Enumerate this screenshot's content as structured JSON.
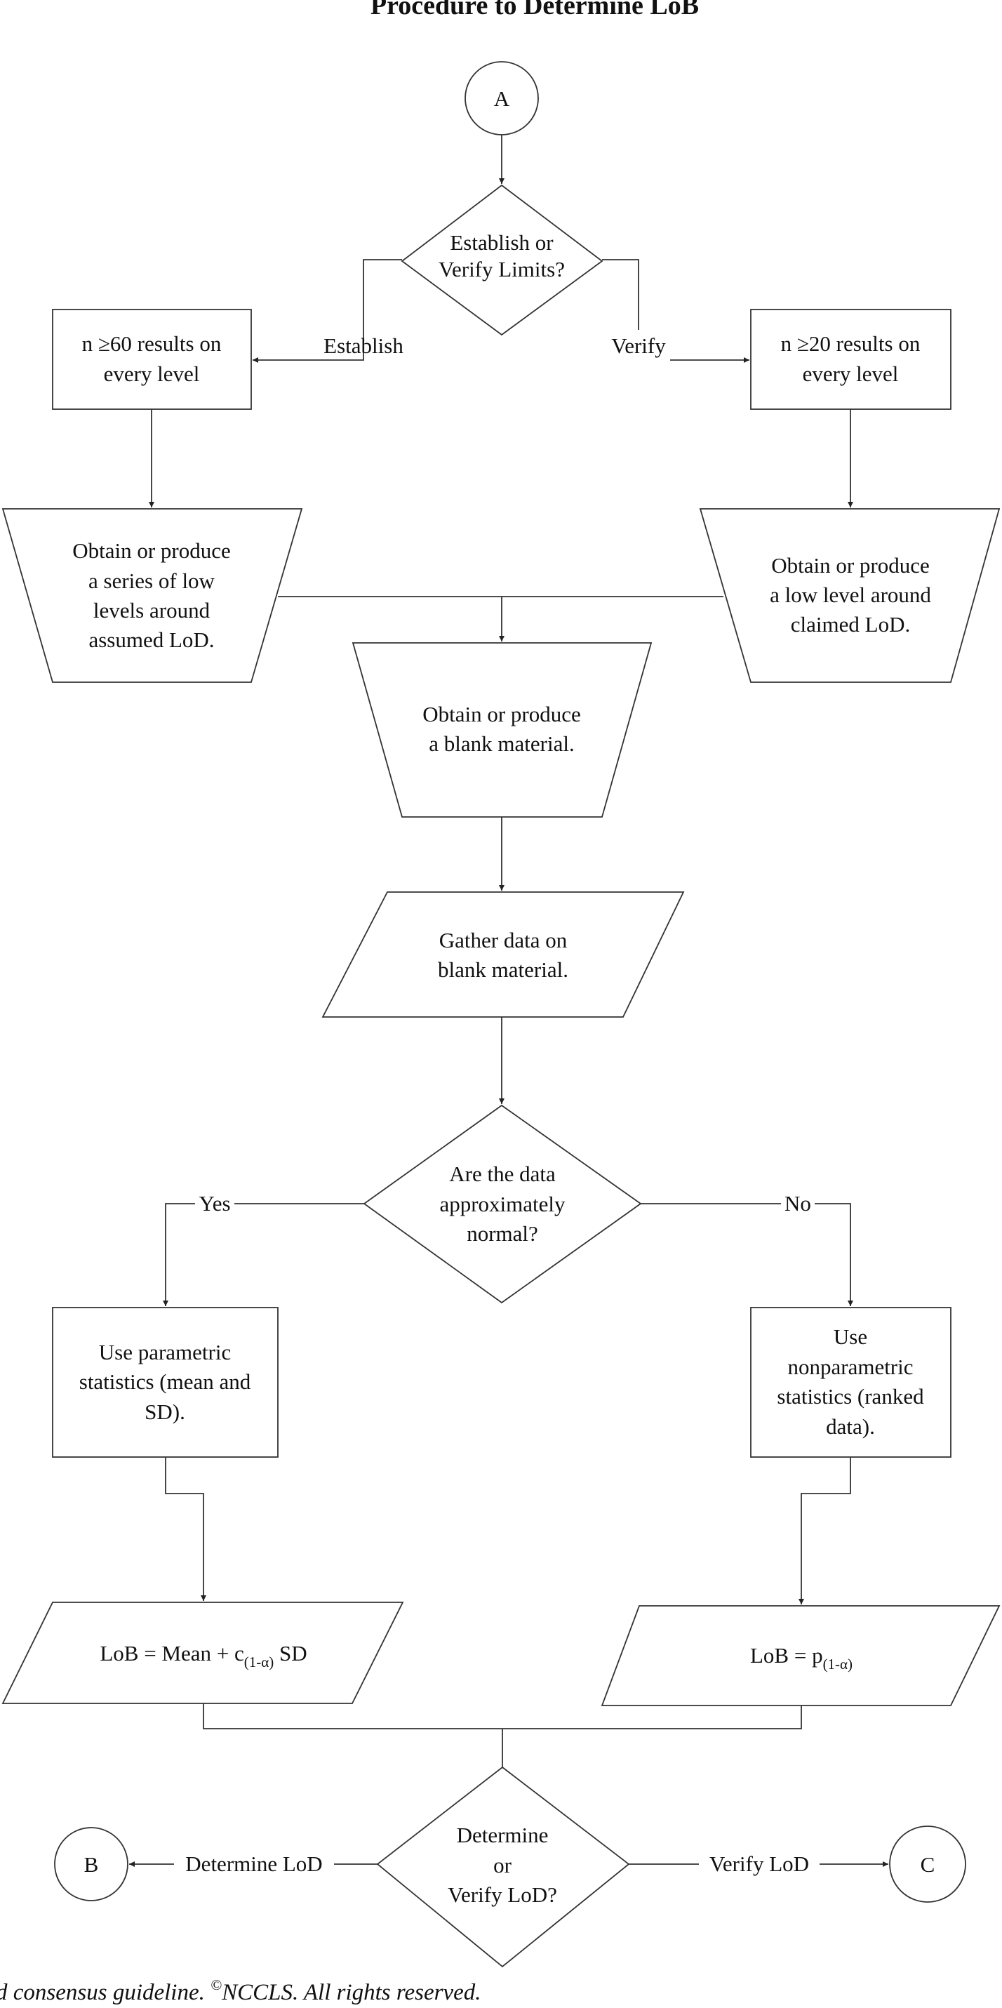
{
  "title": "Procedure to Determine LoB",
  "footer": {
    "text_before": "d consensus guideline. ",
    "copyright_symbol": "©",
    "text_after": "NCCLS. All rights reserved."
  },
  "nodes": {
    "start": "A",
    "decision_limits": [
      "Establish or",
      "Verify Limits?"
    ],
    "branch_establish": "Establish",
    "branch_verify": "Verify",
    "n60": {
      "prefix": "n",
      "op": "≥",
      "value": "60 results on",
      "line2": "every level"
    },
    "n20": {
      "prefix": "n",
      "op": "≥",
      "value": "20 results on",
      "line2": "every level"
    },
    "series_low": [
      "Obtain or produce",
      "a series of low",
      "levels around",
      "assumed LoD."
    ],
    "low_level": [
      "Obtain or produce",
      "a low level around",
      "claimed LoD."
    ],
    "blank": [
      "Obtain or produce",
      "a blank material."
    ],
    "gather": [
      "Gather data on",
      "blank material."
    ],
    "normal": [
      "Are the data",
      "approximately",
      "normal?"
    ],
    "yes": "Yes",
    "no": "No",
    "parametric": [
      "Use parametric",
      "statistics (mean and",
      "SD)."
    ],
    "nonparametric": [
      "Use",
      "nonparametric",
      "statistics (ranked",
      "data)."
    ],
    "lob_param": {
      "lhs": "LoB",
      "eq": "=",
      "rhs": "Mean + c",
      "sub": "(1-α)",
      "tail": "SD"
    },
    "lob_nonparam": {
      "lhs": "LoB",
      "eq": "=",
      "rhs": "p",
      "sub": "(1-α)"
    },
    "determine_verify": [
      "Determine",
      "or",
      "Verify LoD?"
    ],
    "determine_lod": "Determine LoD",
    "verify_lod": "Verify LoD",
    "end_b": "B",
    "end_c": "C"
  }
}
